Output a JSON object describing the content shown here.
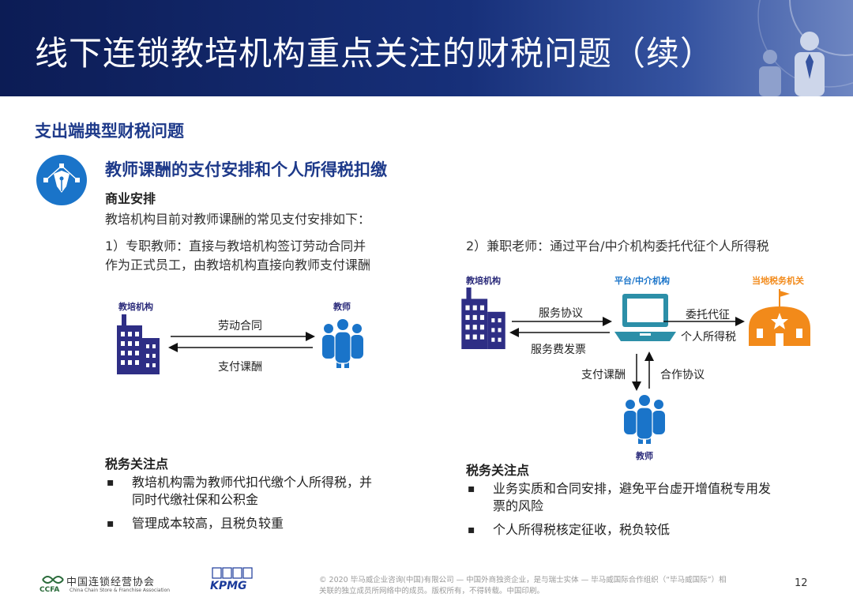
{
  "header": {
    "title": "线下连锁教培机构重点关注的财税问题（续）"
  },
  "section": {
    "title": "支出端典型财税问题"
  },
  "topic": {
    "title": "教师课酬的支付安排和个人所得税扣缴",
    "label": "商业安排",
    "intro": "教培机构目前对教师课酬的常见支付安排如下："
  },
  "option1": {
    "line1": "1）专职教师：直接与教培机构签订劳动合同并",
    "line2": "作为正式员工，由教培机构直接向教师支付课酬",
    "diagram": {
      "org_label": "教培机构",
      "teacher_label": "教师",
      "arrow_top": "劳动合同",
      "arrow_bottom": "支付课酬"
    },
    "notes": {
      "title": "税务关注点",
      "items": [
        {
          "line1": "教培机构需为教师代扣代缴个人所得税，并",
          "line2": "同时代缴社保和公积金"
        },
        {
          "line1": "管理成本较高，且税负较重",
          "line2": ""
        }
      ]
    }
  },
  "option2": {
    "line1": "2）兼职老师：通过平台/中介机构委托代征个人所得税",
    "diagram": {
      "org_label": "教培机构",
      "platform_label": "平台/中介机构",
      "tax_label": "当地税务机关",
      "teacher_label": "教师",
      "service_agreement": "服务协议",
      "service_invoice": "服务费发票",
      "entrust": "委托代征",
      "iit": "个人所得税",
      "pay": "支付课酬",
      "coop": "合作协议"
    },
    "notes": {
      "title": "税务关注点",
      "items": [
        {
          "line1": "业务实质和合同安排，避免平台虚开增值税专用发",
          "line2": "票的风险"
        },
        {
          "line1": "个人所得税核定征收，税负较低",
          "line2": ""
        }
      ]
    }
  },
  "footer": {
    "assoc_cn": "中国连锁经营协会",
    "assoc_en": "China Chain Store & Franchise Association",
    "assoc_abbr": "CCFA",
    "kpmg": "KPMG",
    "copyright_line1": "© 2020 毕马威企业咨询(中国)有限公司 — 中国外商独资企业，是与瑞士实体 — 毕马威国际合作组织（“毕马威国际”）相",
    "copyright_line2": "关联的独立成员所网络中的成员。版权所有，不得转载。中国印刷。",
    "page": "12"
  },
  "colors": {
    "header_dark": "#0c1c55",
    "title_blue": "#1e3a8a",
    "icon_navy": "#2e2e85",
    "icon_blue": "#1a74c9",
    "platform_teal": "#2c8fa8",
    "tax_orange": "#f28a1a"
  }
}
